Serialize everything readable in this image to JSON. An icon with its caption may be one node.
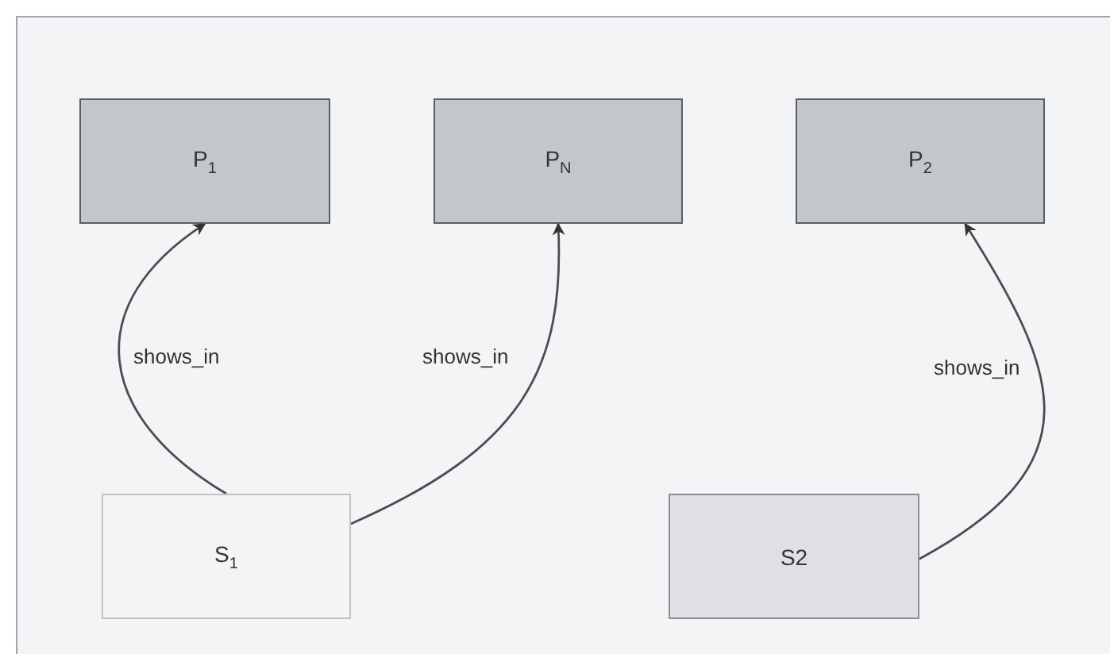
{
  "diagram": {
    "nodes": [
      {
        "text": [
          "P$_{1}$"
        ]
      },
      {
        "text": [
          "P$_{N}$"
        ]
      },
      {
        "text": [
          "P$_{2}$"
        ]
      },
      {
        "text": [
          "S$_{1}$"
        ]
      },
      {
        "text": [
          "S2"
        ]
      }
    ],
    "edges": [
      {
        "from": 3,
        "to": 0,
        "arrow": "to",
        "label": "shows_in"
      },
      {
        "from": 3,
        "to": 1,
        "arrow": "to",
        "label": "shows_in"
      },
      {
        "from": 4,
        "to": 2,
        "arrow": "to",
        "label": "shows_in"
      }
    ]
  }
}
